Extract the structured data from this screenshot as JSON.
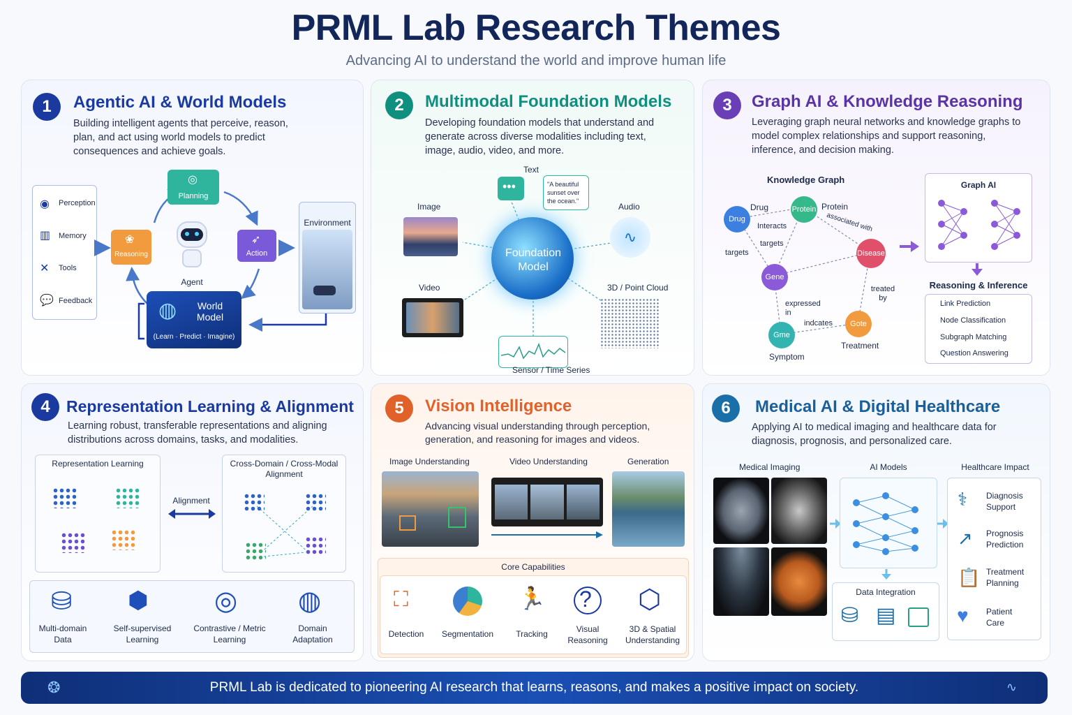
{
  "header": {
    "title": "PRML Lab Research Themes",
    "subtitle": "Advancing AI to understand the world and improve human life"
  },
  "panel1": {
    "num": "1",
    "title": "Agentic AI & World Models",
    "desc": "Building intelligent agents that perceive, reason, plan, and act using world models to predict consequences and achieve goals.",
    "side_items": [
      "Perception",
      "Memory",
      "Tools",
      "Feedback"
    ],
    "planning": "Planning",
    "reasoning": "Reasoning",
    "action": "Action",
    "agent": "Agent",
    "world_model": "World Model",
    "world_model_sub": "(Learn · Predict · Imagine)",
    "environment": "Environment"
  },
  "panel2": {
    "num": "2",
    "title": "Multimodal Foundation Models",
    "desc": "Developing foundation models that understand and generate across diverse modalities including text, image, audio, video, and more.",
    "center": "Foundation Model",
    "text": "Text",
    "text_quote": "\"A beautiful sunset over the ocean.\"",
    "image": "Image",
    "audio": "Audio",
    "video": "Video",
    "pointcloud": "3D / Point Cloud",
    "sensor": "Sensor / Time Series"
  },
  "panel3": {
    "num": "3",
    "title": "Graph AI & Knowledge Reasoning",
    "desc": "Leveraging graph neural networks and knowledge graphs to model complex relationships and support reasoning, inference, and decision making.",
    "kg_title": "Knowledge Graph",
    "nodes": {
      "drug": "Drug",
      "protein": "Protein",
      "disease": "Disease",
      "gene": "Gene",
      "gme": "Gme",
      "gote": "Gote"
    },
    "edges": {
      "drug_top": "Drug",
      "interacts": "Interacts",
      "protein_top": "Protein",
      "associated": "associated with",
      "targets1": "targets",
      "targets2": "targets",
      "expressed": "expressed in",
      "indcates": "indcates",
      "treated": "treated by"
    },
    "symptom": "Symptom",
    "treatment": "Treatment",
    "graph_ai": "Graph AI",
    "reasoning_title": "Reasoning & Inference",
    "tasks": [
      "Link Prediction",
      "Node Classification",
      "Subgraph Matching",
      "Question Answering"
    ]
  },
  "panel4": {
    "num": "4",
    "title": "Representation Learning & Alignment",
    "desc": "Learning robust, transferable representations and aligning distributions across domains, tasks, and modalities.",
    "rep_title": "Representation Learning",
    "alignment": "Alignment",
    "cross_title": "Cross-Domain / Cross-Modal Alignment",
    "items": [
      "Multi-domain Data",
      "Self-supervised Learning",
      "Contrastive / Metric Learning",
      "Domain Adaptation"
    ]
  },
  "panel5": {
    "num": "5",
    "title": "Vision Intelligence",
    "desc": "Advancing visual understanding through perception, generation, and reasoning for images and videos.",
    "img_under": "Image Understanding",
    "vid_under": "Video Understanding",
    "generation": "Generation",
    "core": "Core Capabilities",
    "caps": [
      "Detection",
      "Segmentation",
      "Tracking",
      "Visual Reasoning",
      "3D & Spatial Understanding"
    ]
  },
  "panel6": {
    "num": "6",
    "title": "Medical AI & Digital Healthcare",
    "desc": "Applying AI to medical imaging and healthcare data for diagnosis, prognosis, and personalized care.",
    "imaging": "Medical Imaging",
    "models": "AI Models",
    "impact": "Healthcare Impact",
    "data_integration": "Data Integration",
    "impacts": [
      "Diagnosis Support",
      "Prognosis Prediction",
      "Treatment Planning",
      "Patient Care"
    ]
  },
  "footer": {
    "text": "PRML Lab is dedicated to pioneering AI research that learns, reasons, and makes a positive impact on society."
  },
  "colors": {
    "navy": "#12265a",
    "blue": "#1f4fb8",
    "teal": "#0f8f7e",
    "purple": "#6a3fb5",
    "orange": "#e0622a",
    "medblue": "#1b6fa8"
  }
}
